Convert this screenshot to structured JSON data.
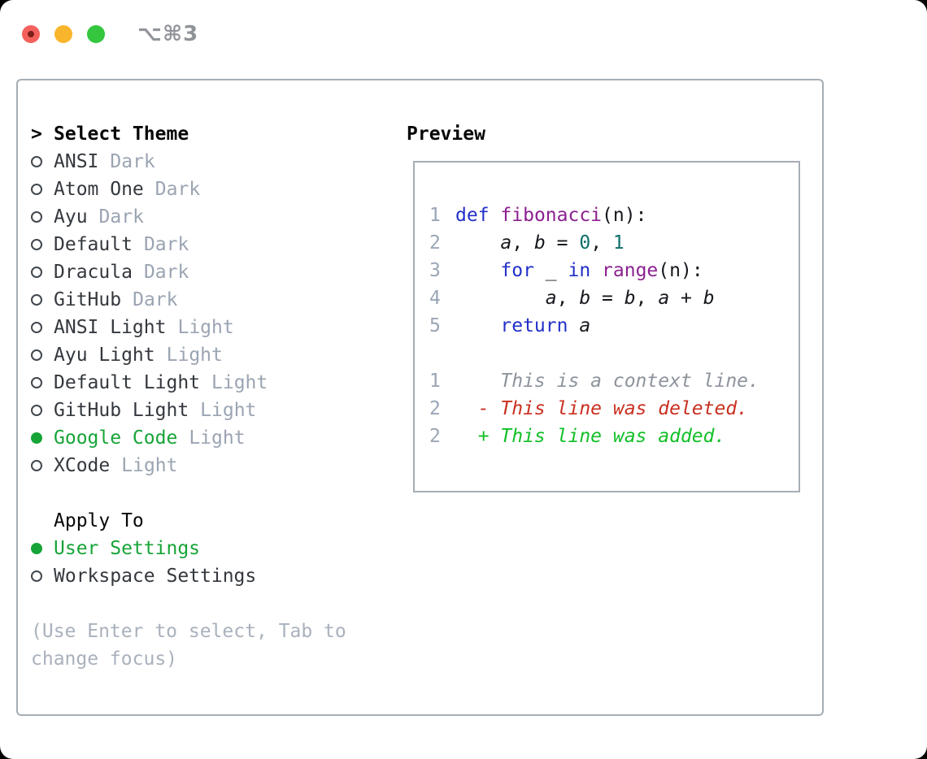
{
  "window": {
    "title": "⌥⌘3",
    "traffic_lights": [
      "close",
      "minimize",
      "zoom"
    ]
  },
  "theme_list": {
    "prompt": ">",
    "title": "Select Theme",
    "items": [
      {
        "name": "ANSI",
        "variant": "Dark",
        "selected": false
      },
      {
        "name": "Atom One",
        "variant": "Dark",
        "selected": false
      },
      {
        "name": "Ayu",
        "variant": "Dark",
        "selected": false
      },
      {
        "name": "Default",
        "variant": "Dark",
        "selected": false
      },
      {
        "name": "Dracula",
        "variant": "Dark",
        "selected": false
      },
      {
        "name": "GitHub",
        "variant": "Dark",
        "selected": false
      },
      {
        "name": "ANSI Light",
        "variant": "Light",
        "selected": false
      },
      {
        "name": "Ayu Light",
        "variant": "Light",
        "selected": false
      },
      {
        "name": "Default Light",
        "variant": "Light",
        "selected": false
      },
      {
        "name": "GitHub Light",
        "variant": "Light",
        "selected": false
      },
      {
        "name": "Google Code",
        "variant": "Light",
        "selected": true
      },
      {
        "name": "XCode",
        "variant": "Light",
        "selected": false
      }
    ]
  },
  "apply_to": {
    "title": "Apply To",
    "options": [
      {
        "label": "User Settings",
        "selected": true
      },
      {
        "label": "Workspace Settings",
        "selected": false
      }
    ]
  },
  "hint": {
    "text": "(Use Enter to select, Tab to change focus)"
  },
  "preview": {
    "title": "Preview",
    "code_lines": [
      {
        "num": "1",
        "tokens": [
          {
            "t": "def",
            "c": "kw"
          },
          {
            "t": " ",
            "c": "pl"
          },
          {
            "t": "fibonacci",
            "c": "fn"
          },
          {
            "t": "(n):",
            "c": "pl"
          }
        ]
      },
      {
        "num": "2",
        "tokens": [
          {
            "t": "    ",
            "c": "pl"
          },
          {
            "t": "a",
            "c": "var"
          },
          {
            "t": ", ",
            "c": "pl"
          },
          {
            "t": "b",
            "c": "var"
          },
          {
            "t": " = ",
            "c": "pl"
          },
          {
            "t": "0",
            "c": "num"
          },
          {
            "t": ", ",
            "c": "pl"
          },
          {
            "t": "1",
            "c": "num"
          }
        ]
      },
      {
        "num": "3",
        "tokens": [
          {
            "t": "    ",
            "c": "pl"
          },
          {
            "t": "for",
            "c": "kw"
          },
          {
            "t": " _ ",
            "c": "pl"
          },
          {
            "t": "in",
            "c": "kw"
          },
          {
            "t": " ",
            "c": "pl"
          },
          {
            "t": "range",
            "c": "fn"
          },
          {
            "t": "(n):",
            "c": "pl"
          }
        ]
      },
      {
        "num": "4",
        "tokens": [
          {
            "t": "        ",
            "c": "pl"
          },
          {
            "t": "a",
            "c": "var"
          },
          {
            "t": ", ",
            "c": "pl"
          },
          {
            "t": "b",
            "c": "var"
          },
          {
            "t": " = ",
            "c": "pl"
          },
          {
            "t": "b",
            "c": "var"
          },
          {
            "t": ", ",
            "c": "pl"
          },
          {
            "t": "a",
            "c": "var"
          },
          {
            "t": " + ",
            "c": "pl"
          },
          {
            "t": "b",
            "c": "var"
          }
        ]
      },
      {
        "num": "5",
        "tokens": [
          {
            "t": "    ",
            "c": "pl"
          },
          {
            "t": "return",
            "c": "kw"
          },
          {
            "t": " ",
            "c": "pl"
          },
          {
            "t": "a",
            "c": "var"
          }
        ]
      }
    ],
    "diff_lines": [
      {
        "num": "1",
        "text": "    This is a context line.",
        "type": "context"
      },
      {
        "num": "2",
        "text": "  - This line was deleted.",
        "type": "deleted"
      },
      {
        "num": "2",
        "text": "  + This line was added.",
        "type": "added"
      }
    ]
  },
  "colors": {
    "tl-red": "#f4615c",
    "tl-red-dot": "#7c201b",
    "tl-yellow": "#f9b62c",
    "tl-green": "#33c63e",
    "title": "#909399",
    "border": "#a6adb5",
    "header": "#060708",
    "name": "#34383e",
    "variant": "#9ba4b2",
    "circle": "#42474e",
    "sel": "#17a437",
    "hint": "#a9b1bc",
    "kw": "#2230c8",
    "fn": "#8b2190",
    "num": "#0d6f68",
    "plain": "#16181d",
    "ln": "#9aa5b5",
    "ctx": "#8d939c",
    "del": "#c93020",
    "add": "#12bf27"
  }
}
